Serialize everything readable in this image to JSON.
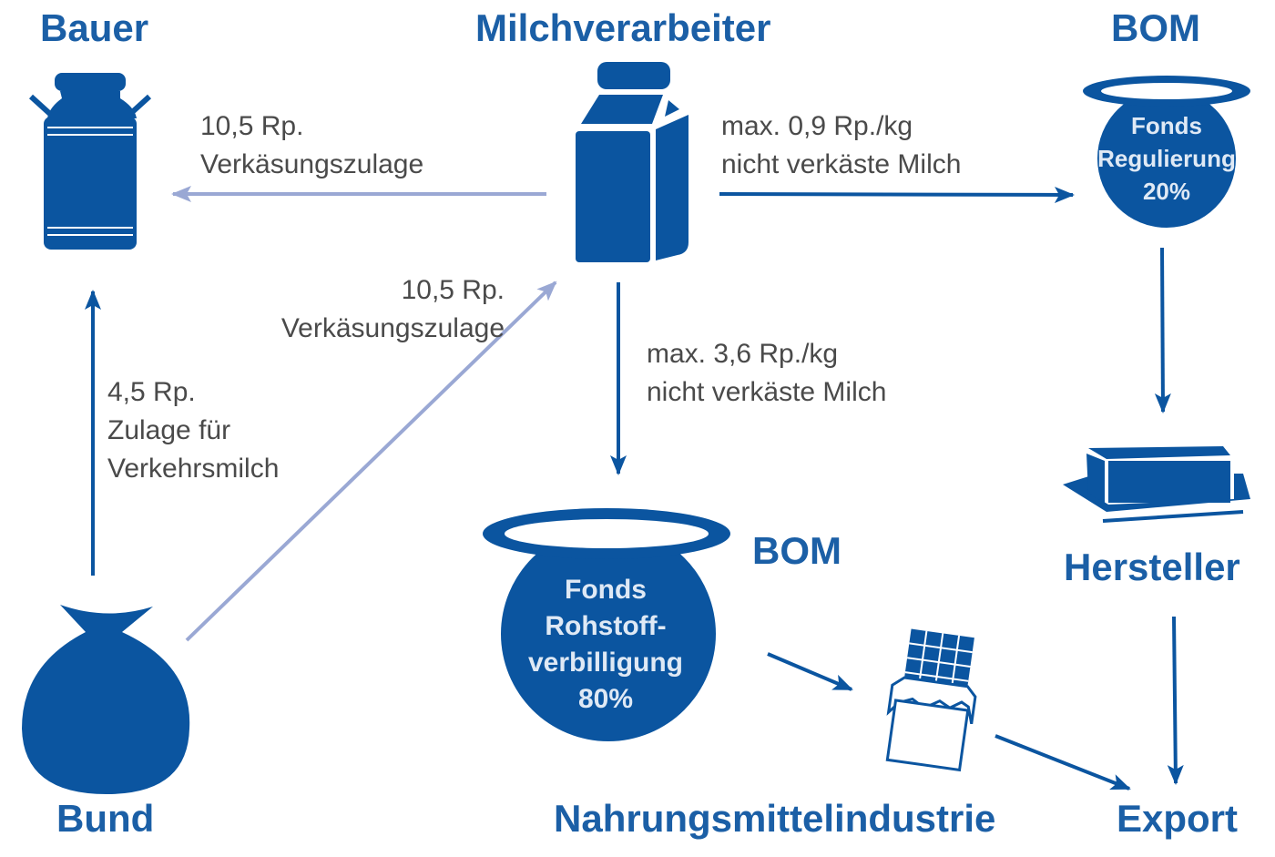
{
  "colors": {
    "primary": "#0b55a0",
    "title": "#1b5fa6",
    "arrow_light": "#9aa8d4",
    "note_text": "#4a4a4a",
    "background": "#ffffff"
  },
  "nodes": {
    "bauer": {
      "label": "Bauer",
      "icon": "milk-can-icon"
    },
    "milchverarbeiter": {
      "label": "Milchverarbeiter",
      "icon": "milk-carton-icon"
    },
    "bom_top": {
      "label": "BOM",
      "icon": "pot-icon",
      "pot_lines": [
        "Fonds",
        "Regulierung",
        "20%"
      ]
    },
    "bund": {
      "label": "Bund",
      "icon": "money-bag-icon"
    },
    "bom_bottom": {
      "label": "BOM",
      "icon": "pot-icon",
      "pot_lines": [
        "Fonds",
        "Rohstoff-",
        "verbilligung",
        "80%"
      ]
    },
    "nahrungsmittelindustrie": {
      "label": "Nahrungsmittelindustrie",
      "icon": "chocolate-bar-icon"
    },
    "hersteller": {
      "label": "Hersteller",
      "icon": "butter-icon"
    },
    "export": {
      "label": "Export"
    }
  },
  "flows": {
    "milch_to_bauer": {
      "line1": "10,5 Rp.",
      "line2": "Verkäsungszulage"
    },
    "bund_to_milch": {
      "line1": "10,5 Rp.",
      "line2": "Verkäsungszulage"
    },
    "bund_to_bauer": {
      "line1": "4,5 Rp.",
      "line2": "Zulage für",
      "line3": "Verkehrsmilch"
    },
    "milch_to_bom_top": {
      "line1": "max. 0,9 Rp./kg",
      "line2": "nicht verkäste Milch"
    },
    "milch_to_bom_bottom": {
      "line1": "max. 3,6 Rp./kg",
      "line2": "nicht verkäste Milch"
    }
  }
}
